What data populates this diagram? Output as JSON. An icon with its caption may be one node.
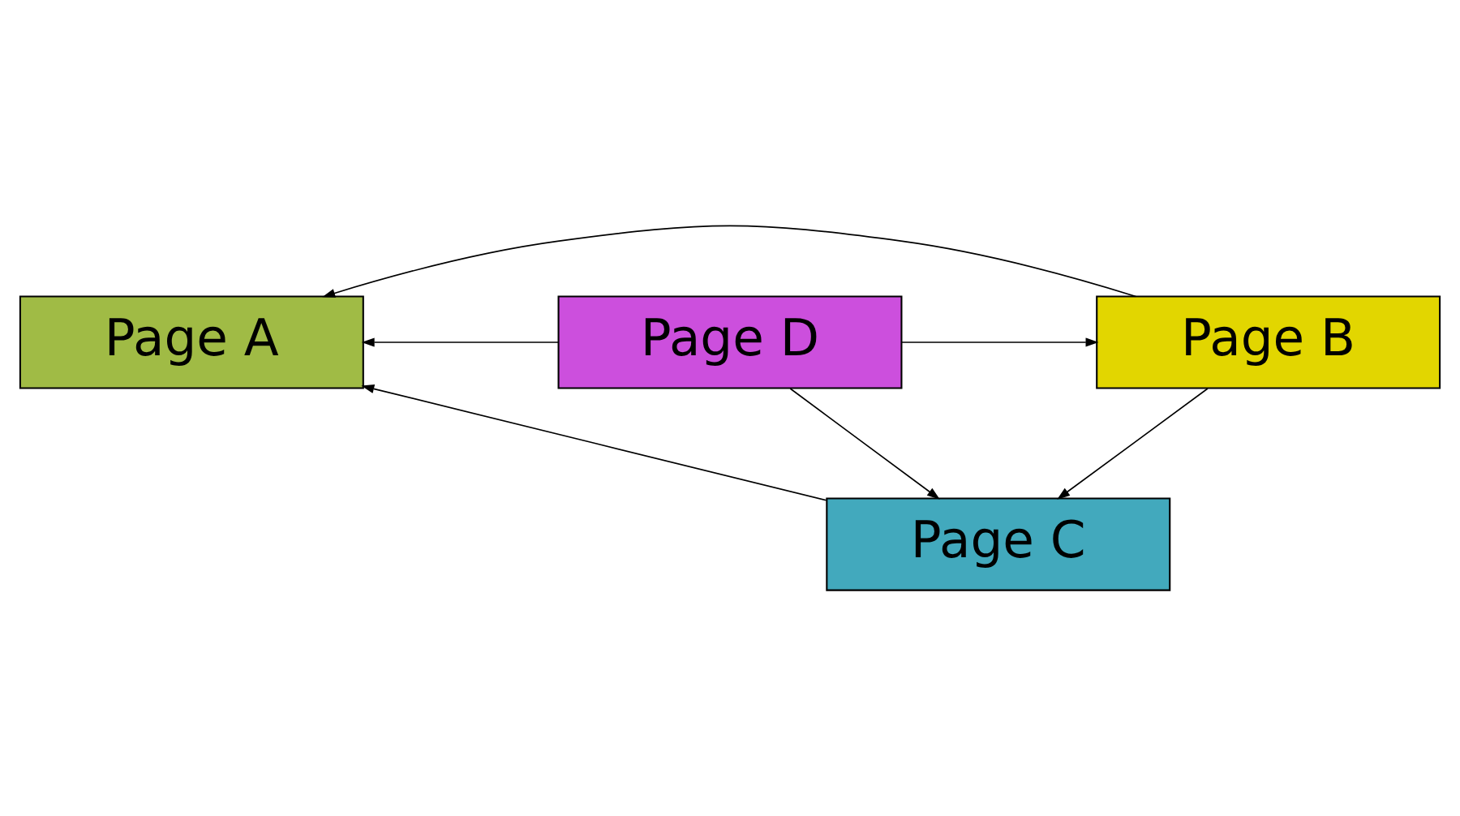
{
  "diagram": {
    "nodes": [
      {
        "text": [
          "Page A"
        ]
      },
      {
        "text": [
          "Page D"
        ]
      },
      {
        "text": [
          "Page B"
        ]
      },
      {
        "text": [
          "Page C"
        ]
      }
    ],
    "edges": [
      {
        "from": 1,
        "to": 0,
        "arrow": "to"
      },
      {
        "from": 1,
        "to": 2,
        "arrow": "to"
      },
      {
        "from": 1,
        "to": 3,
        "arrow": "to"
      },
      {
        "from": 3,
        "to": 0,
        "arrow": "to"
      },
      {
        "from": 2,
        "to": 0,
        "arrow": "to"
      },
      {
        "from": 2,
        "to": 3,
        "arrow": "to"
      }
    ]
  }
}
